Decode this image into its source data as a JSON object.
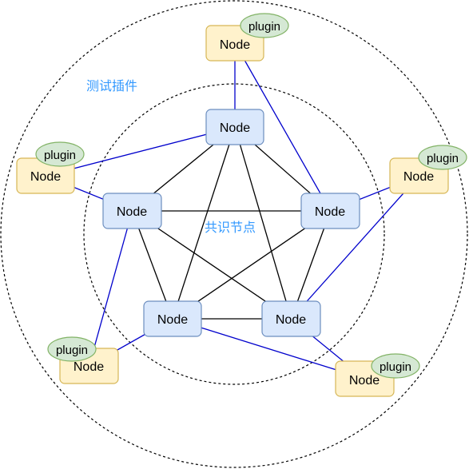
{
  "colors": {
    "consensus_fill": "#dae8fc",
    "consensus_stroke": "#6c8ebf",
    "test_fill": "#fff2cc",
    "test_stroke": "#d6b656",
    "plugin_fill": "#d5e8d4",
    "plugin_stroke": "#82b366",
    "mesh_edge": "#000000",
    "link_edge": "#0000cc",
    "zone_label": "#3399ff"
  },
  "labels": {
    "outer_zone": "测试插件",
    "inner_zone": "共识节点"
  },
  "consensus_nodes": [
    {
      "id": "c-top",
      "label": "Node"
    },
    {
      "id": "c-left",
      "label": "Node"
    },
    {
      "id": "c-right",
      "label": "Node"
    },
    {
      "id": "c-bottom-left",
      "label": "Node"
    },
    {
      "id": "c-bottom-right",
      "label": "Node"
    }
  ],
  "test_nodes": [
    {
      "id": "t-top",
      "label": "Node",
      "plugin": "plugin"
    },
    {
      "id": "t-left",
      "label": "Node",
      "plugin": "plugin"
    },
    {
      "id": "t-right",
      "label": "Node",
      "plugin": "plugin"
    },
    {
      "id": "t-bottom-left",
      "label": "Node",
      "plugin": "plugin"
    },
    {
      "id": "t-bottom-right",
      "label": "Node",
      "plugin": "plugin"
    }
  ],
  "mesh_edges": [
    [
      "c-top",
      "c-left"
    ],
    [
      "c-top",
      "c-right"
    ],
    [
      "c-top",
      "c-bottom-left"
    ],
    [
      "c-top",
      "c-bottom-right"
    ],
    [
      "c-left",
      "c-right"
    ],
    [
      "c-left",
      "c-bottom-left"
    ],
    [
      "c-left",
      "c-bottom-right"
    ],
    [
      "c-right",
      "c-bottom-left"
    ],
    [
      "c-right",
      "c-bottom-right"
    ],
    [
      "c-bottom-left",
      "c-bottom-right"
    ]
  ],
  "link_edges": [
    [
      "t-top",
      "c-top"
    ],
    [
      "t-top",
      "c-right"
    ],
    [
      "t-left",
      "c-top"
    ],
    [
      "t-left",
      "c-left"
    ],
    [
      "t-right",
      "c-right"
    ],
    [
      "t-right",
      "c-bottom-right"
    ],
    [
      "t-bottom-left",
      "c-left"
    ],
    [
      "t-bottom-left",
      "c-bottom-left"
    ],
    [
      "t-bottom-right",
      "c-bottom-right"
    ],
    [
      "t-bottom-right",
      "c-bottom-left"
    ]
  ]
}
